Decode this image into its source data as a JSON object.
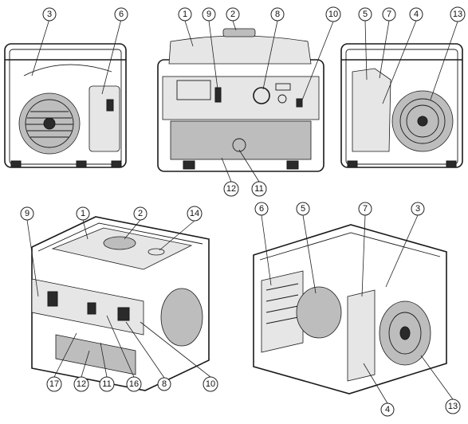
{
  "callouts": [
    {
      "id": "c3-a",
      "label": "3"
    },
    {
      "id": "c6-a",
      "label": "6"
    },
    {
      "id": "c1-b",
      "label": "1"
    },
    {
      "id": "c9-b",
      "label": "9"
    },
    {
      "id": "c2-b",
      "label": "2"
    },
    {
      "id": "c8-b",
      "label": "8"
    },
    {
      "id": "c10-b",
      "label": "10"
    },
    {
      "id": "c12-b",
      "label": "12"
    },
    {
      "id": "c11-b",
      "label": "11"
    },
    {
      "id": "c5-c",
      "label": "5"
    },
    {
      "id": "c7-c",
      "label": "7"
    },
    {
      "id": "c4-c",
      "label": "4"
    },
    {
      "id": "c13-c",
      "label": "13"
    },
    {
      "id": "c9-d",
      "label": "9"
    },
    {
      "id": "c1-d",
      "label": "1"
    },
    {
      "id": "c2-d",
      "label": "2"
    },
    {
      "id": "c14-d",
      "label": "14"
    },
    {
      "id": "c17-d",
      "label": "17"
    },
    {
      "id": "c12-d",
      "label": "12"
    },
    {
      "id": "c11-d",
      "label": "11"
    },
    {
      "id": "c16-d",
      "label": "16"
    },
    {
      "id": "c8-d",
      "label": "8"
    },
    {
      "id": "c10-d",
      "label": "10"
    },
    {
      "id": "c6-e",
      "label": "6"
    },
    {
      "id": "c5-e",
      "label": "5"
    },
    {
      "id": "c7-e",
      "label": "7"
    },
    {
      "id": "c3-e",
      "label": "3"
    },
    {
      "id": "c4-e",
      "label": "4"
    },
    {
      "id": "c13-e",
      "label": "13"
    }
  ],
  "colors": {
    "ink": "#1a1a1a",
    "background": "#ffffff"
  }
}
